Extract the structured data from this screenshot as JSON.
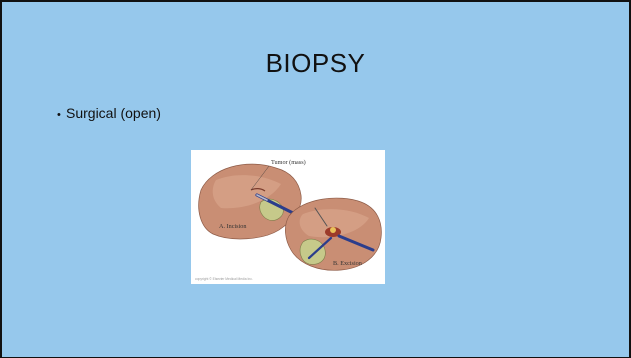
{
  "slide": {
    "title": "BIOPSY",
    "bullets": [
      {
        "text": "Surgical (open)"
      }
    ],
    "figure": {
      "labels": {
        "tumor": "Tumor (mass)",
        "incision": "A. Incision",
        "excision": "B. Excision"
      },
      "copyright": "copyright © Elsevier Medical Media Inc."
    }
  },
  "colors": {
    "background": "#96c8ec",
    "border": "#111111",
    "skin": "#c98e74",
    "glove": "#c6c98a",
    "instrument": "#2b3d8c"
  }
}
